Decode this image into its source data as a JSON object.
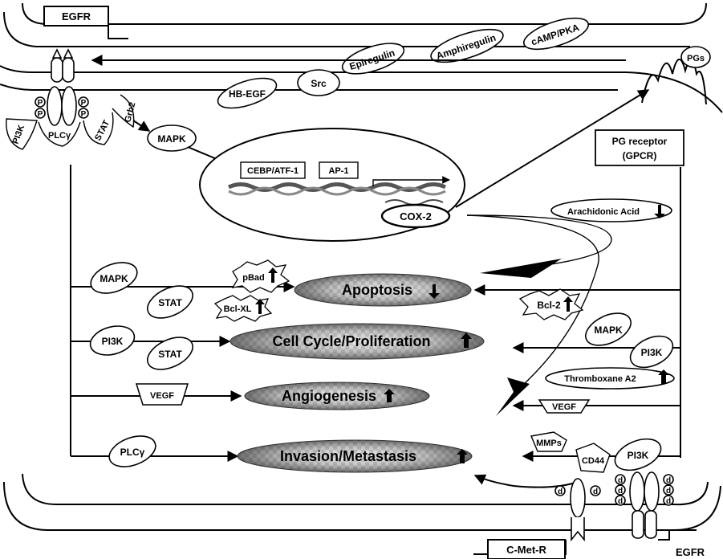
{
  "egfr_top": "EGFR",
  "egfr_bottom": "EGFR",
  "cmet": "C-Met-R",
  "pg_receptor": [
    "PG receptor",
    "(GPCR)"
  ],
  "pgs": "PGs",
  "ligands": [
    "Epiregulin",
    "Amphiregulin",
    "cAMP/PKA"
  ],
  "hbegf": "HB-EGF",
  "src": "Src",
  "adaptors": [
    "PI3K",
    "PLCγ",
    "STAT",
    "Grb2"
  ],
  "p": "P",
  "d": "d",
  "mapk_top": "MAPK",
  "nucleus": {
    "tf1": "CEBP/ATF-1",
    "tf2": "AP-1",
    "cox2": "COX-2"
  },
  "arachidonic": "Arachidonic Acid",
  "outcomes": {
    "apoptosis": "Apoptosis",
    "proliferation": "Cell Cycle/Proliferation",
    "angiogenesis": "Angiogenesis",
    "invasion": "Invasion/Metastasis"
  },
  "left_path": {
    "mapk": "MAPK",
    "stat1": "STAT",
    "pi3k": "PI3K",
    "stat2": "STAT",
    "vegf": "VEGF",
    "plcg": "PLCγ"
  },
  "pbad": "pBad",
  "bclxl": "Bcl-XL",
  "bcl2": "Bcl-2",
  "right_path": {
    "mapk": "MAPK",
    "pi3k": "PI3K",
    "thromboxane": "Thromboxane A2",
    "vegf": "VEGF",
    "mmps": "MMPs",
    "cd44": "CD44",
    "pi3k_bottom": "PI3K"
  }
}
